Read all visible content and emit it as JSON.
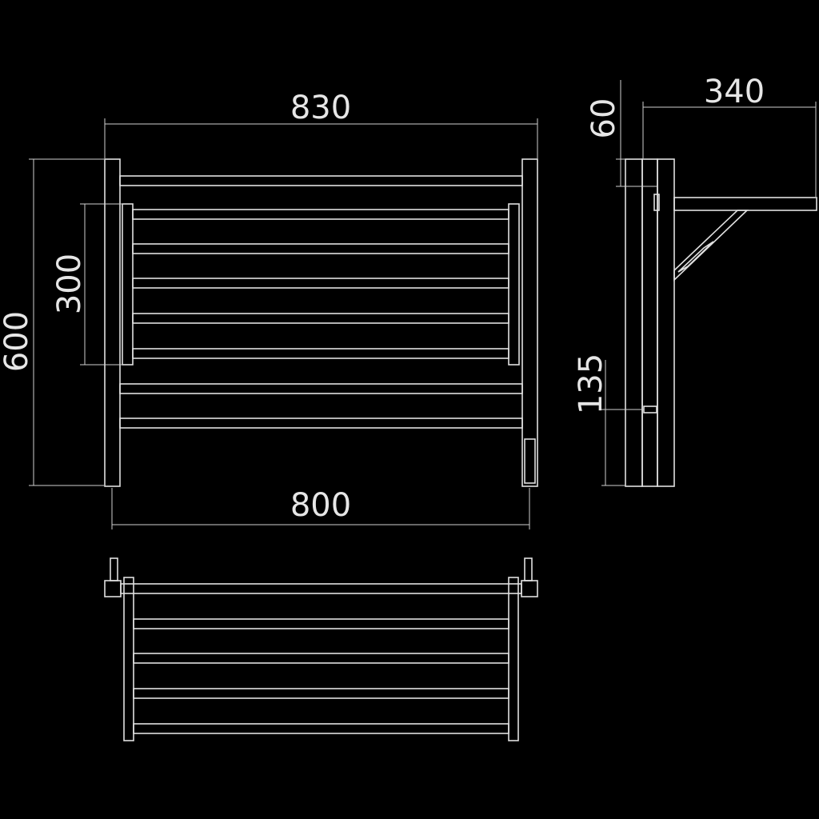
{
  "drawing": {
    "background_color": "#000000",
    "line_color": "#e0e0e0",
    "dimensions": {
      "overall_width": "830",
      "bottom_width": "800",
      "overall_height": "600",
      "inner_height": "300",
      "depth": "340",
      "top_offset": "60",
      "bottom_offset": "135"
    }
  }
}
